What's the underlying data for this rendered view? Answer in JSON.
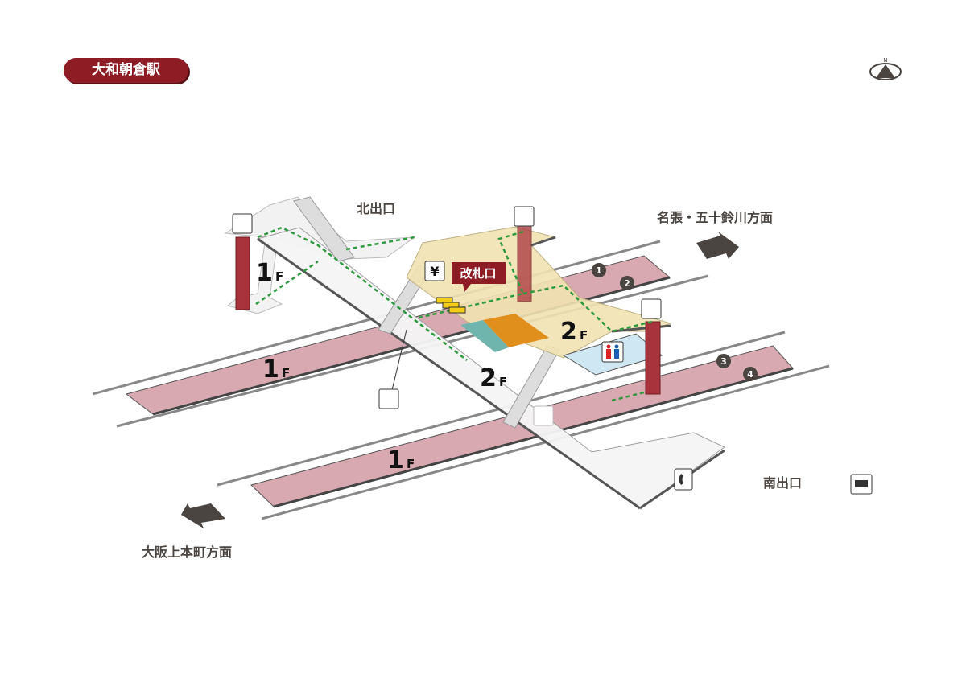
{
  "station_name": "大和朝倉駅",
  "compass": {
    "label": "N"
  },
  "exits": {
    "north": "北出口",
    "south": "南出口"
  },
  "directions": {
    "east": "名張・五十鈴川方面",
    "west": "大阪上本町方面"
  },
  "gate_label": "改札口",
  "ticket_icon": "¥",
  "platforms": [
    "1",
    "2",
    "3",
    "4"
  ],
  "floors": {
    "f1": "1",
    "f2": "2",
    "suffix": "F"
  },
  "colors": {
    "brand": "#8e1c24",
    "platform": "#d8a9b1",
    "concourse": "#f2e3b3",
    "route": "#2e9a3e"
  }
}
